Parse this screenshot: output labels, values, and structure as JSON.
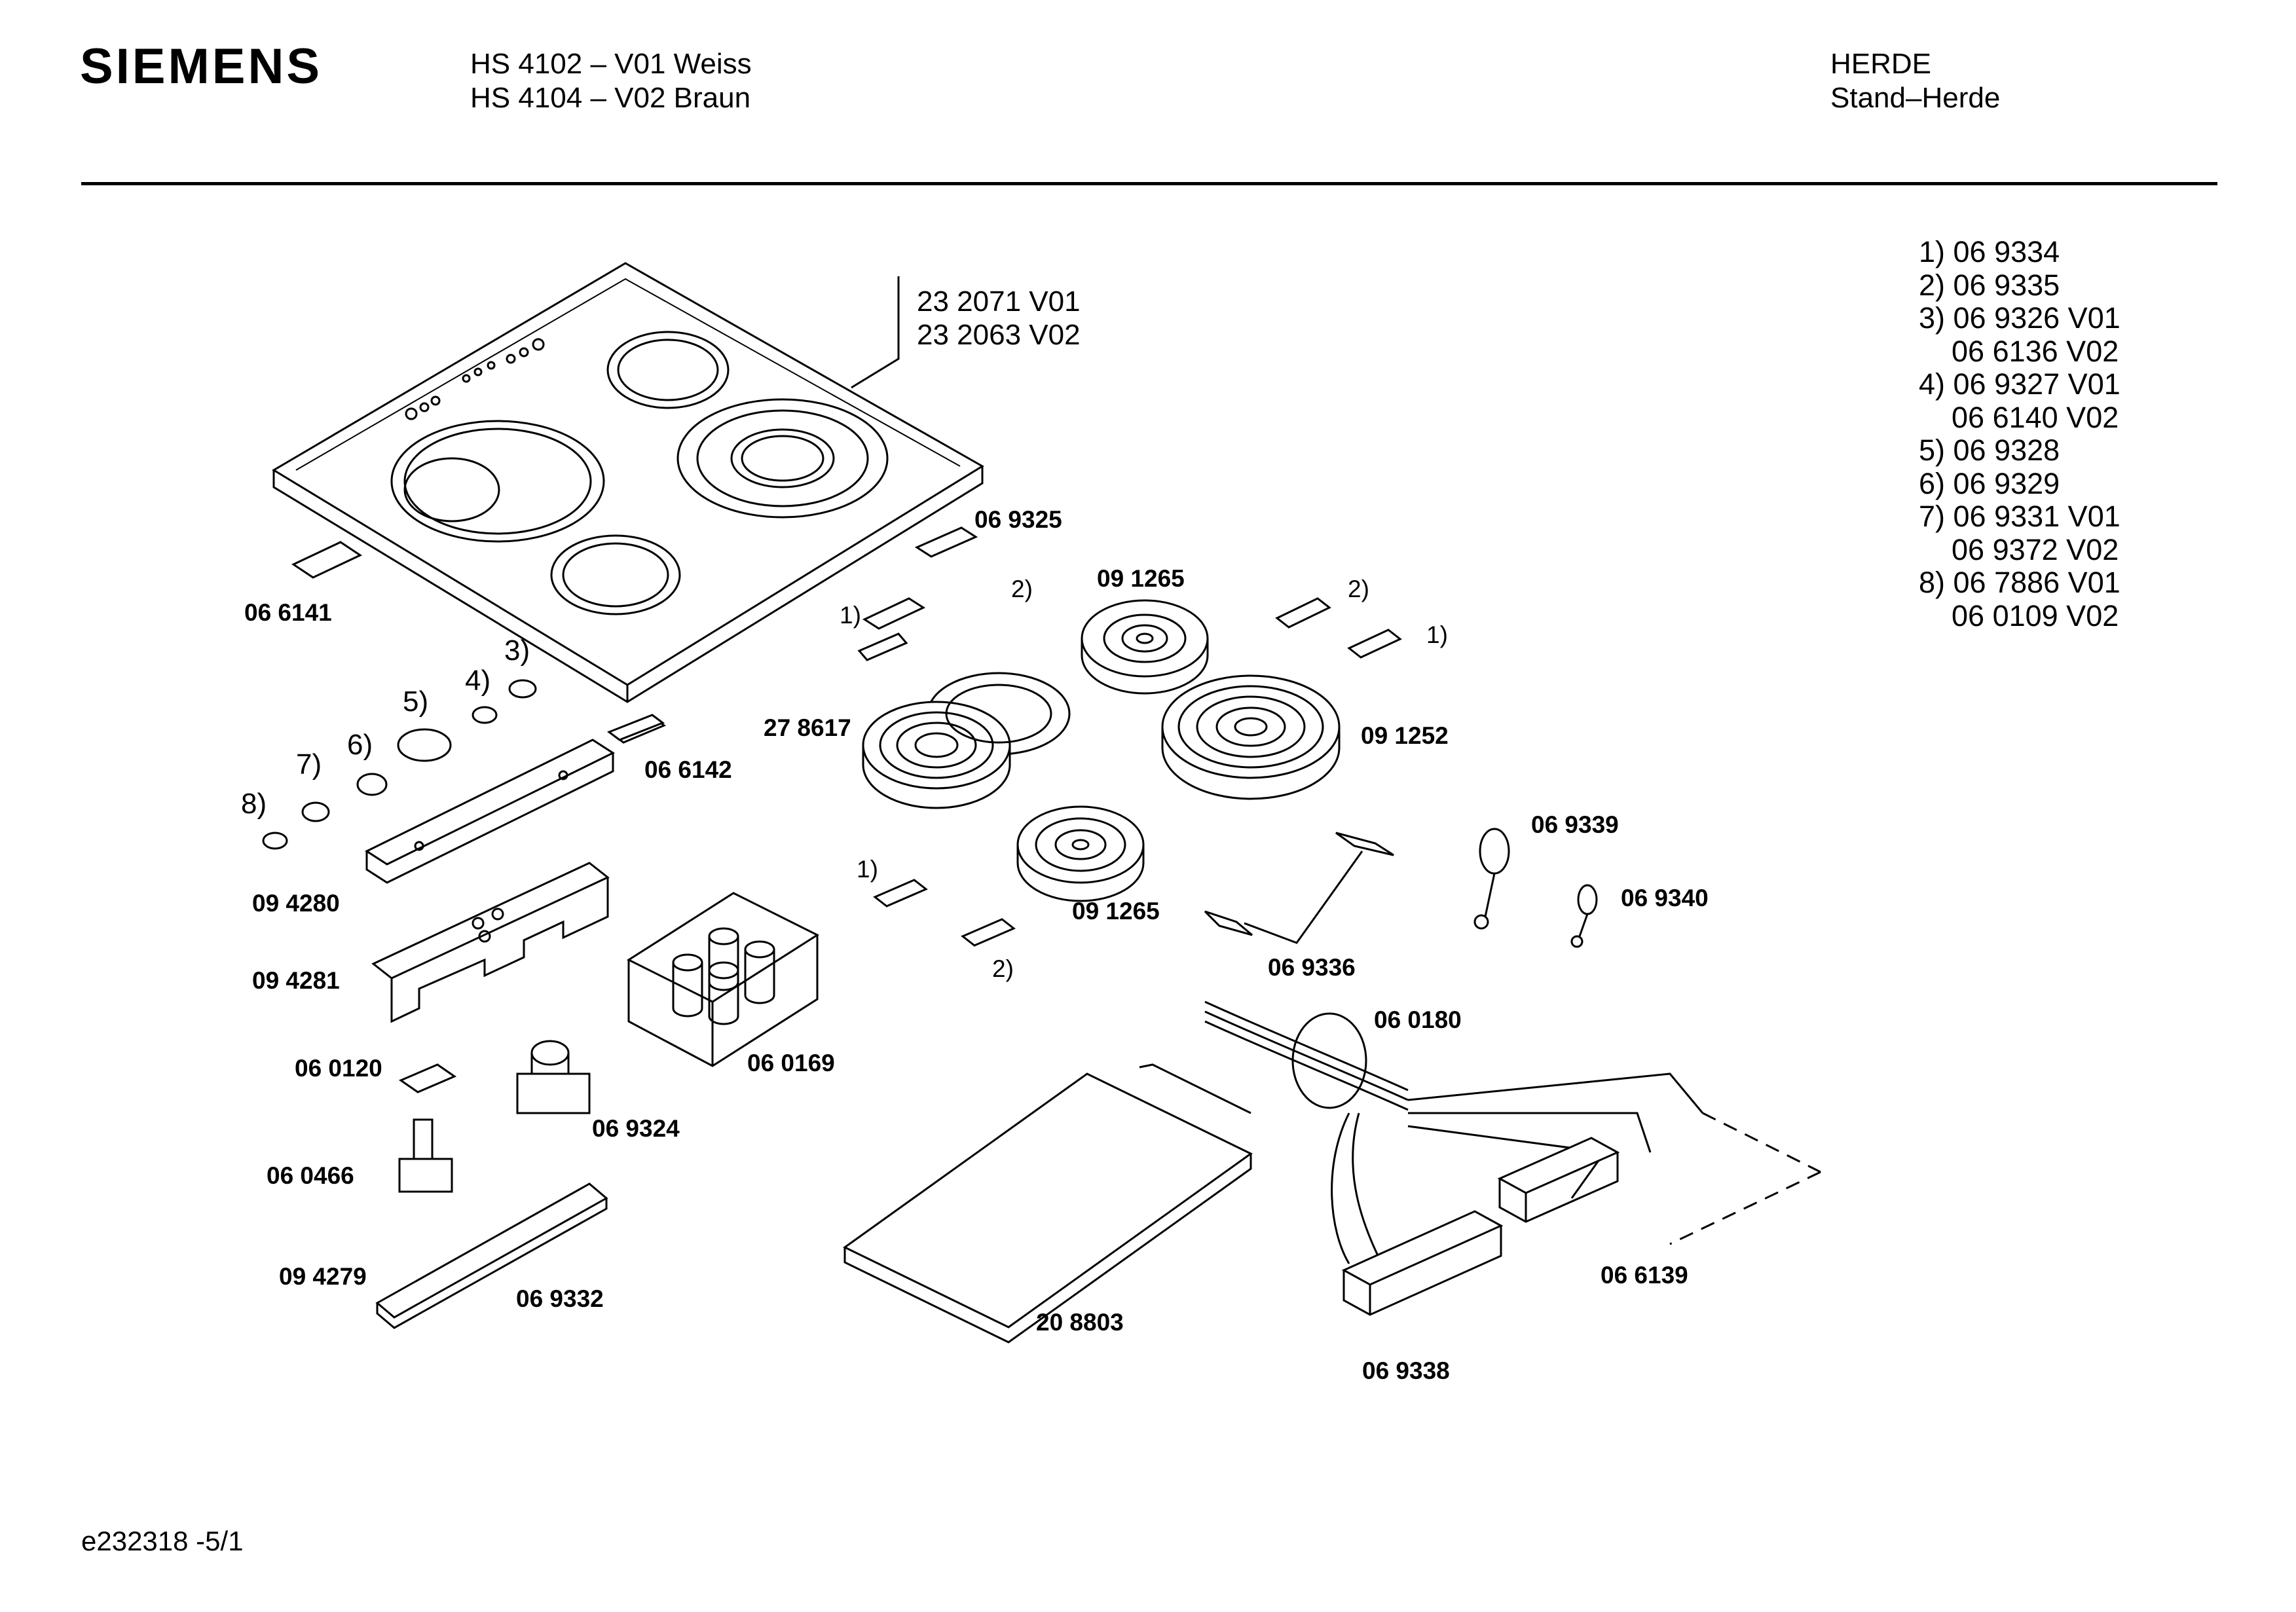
{
  "brand": "SIEMENS",
  "models": [
    "HS 4102 – V01 Weiss",
    "HS 4104 – V02 Braun"
  ],
  "category": [
    "HERDE",
    "Stand–Herde"
  ],
  "hob_part_numbers": [
    "23 2071 V01",
    "23 2063 V02"
  ],
  "legend": [
    "1) 06 9334",
    "2) 06 9335",
    "3) 06 9326 V01",
    "    06 6136 V02",
    "4) 06 9327 V01",
    "    06 6140 V02",
    "5) 06 9328",
    "6) 06 9329",
    "7) 06 9331 V01",
    "    06 9372 V02",
    "8) 06 7886 V01",
    "    06 0109 V02"
  ],
  "parts": {
    "p066141": "06 6141",
    "p069325": "06 9325",
    "p091265a": "09 1265",
    "p278617": "27 8617",
    "p091252": "09 1252",
    "p066142": "06 6142",
    "p094280": "09 4280",
    "p094281": "09 4281",
    "p091265b": "09 1265",
    "p069339": "06 9339",
    "p069340": "06 9340",
    "p069336": "06 9336",
    "p060180": "06 0180",
    "p060120": "06 0120",
    "p060169": "06 0169",
    "p069324": "06 9324",
    "p060466": "06 0466",
    "p094279": "09 4279",
    "p069332": "06 9332",
    "p208803": "20 8803",
    "p066139": "06 6139",
    "p069338": "06 9338"
  },
  "refs": {
    "r1a": "1)",
    "r2a": "2)",
    "r2b": "2)",
    "r1b": "1)",
    "r1c": "1)",
    "r2c": "2)",
    "r3": "3)",
    "r4": "4)",
    "r5": "5)",
    "r6": "6)",
    "r7": "7)",
    "r8": "8)"
  },
  "footer": "e232318 -5/1"
}
